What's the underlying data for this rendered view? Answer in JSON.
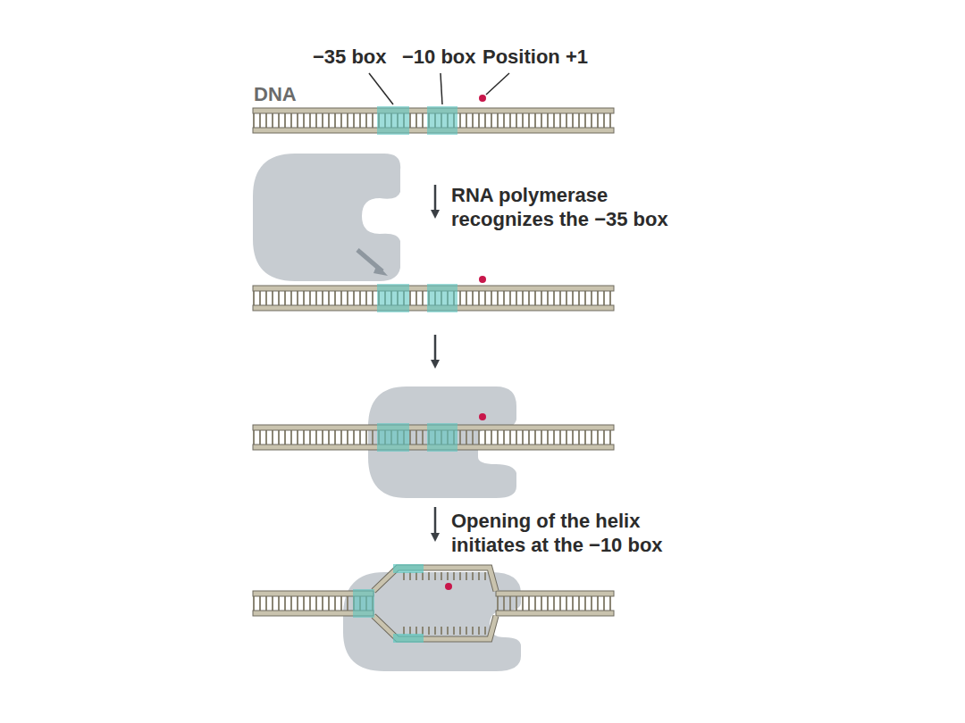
{
  "diagram": {
    "labels": [
      "−35 box",
      "−10 box",
      "Position +1",
      "DNA",
      "RNA polymerase recognizes the −35 box",
      "Opening of the helix initiates at the −10 box"
    ]
  }
}
